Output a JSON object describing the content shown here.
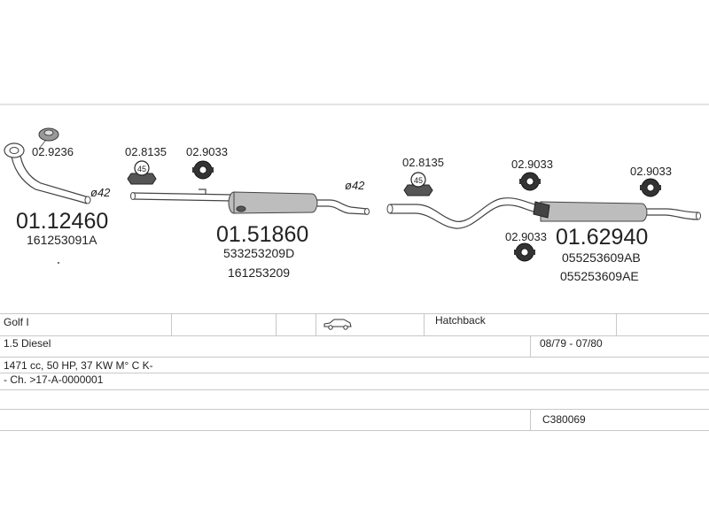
{
  "parts": [
    {
      "number": "01.12460",
      "oem": [
        "161253091A"
      ]
    },
    {
      "number": "01.51860",
      "oem": [
        "533253209D",
        "161253209"
      ]
    },
    {
      "number": "01.62940",
      "oem": [
        "055253609AB",
        "055253609AE"
      ]
    }
  ],
  "accessories": [
    "02.9236",
    "02.8135",
    "02.9033",
    "02.8135",
    "02.9033",
    "02.9033",
    "02.9033"
  ],
  "diameters": [
    "ø42",
    "ø42"
  ],
  "clamp_marking": "45",
  "vehicle": {
    "model": "Golf I",
    "body": "Hatchback",
    "engine": "1.5 Diesel",
    "years": "08/79 - 07/80",
    "spec": "1471 cc, 50 HP, 37 KW  M° C K-",
    "chassis": "- Ch. >17-A-0000001",
    "code": "C380069"
  }
}
